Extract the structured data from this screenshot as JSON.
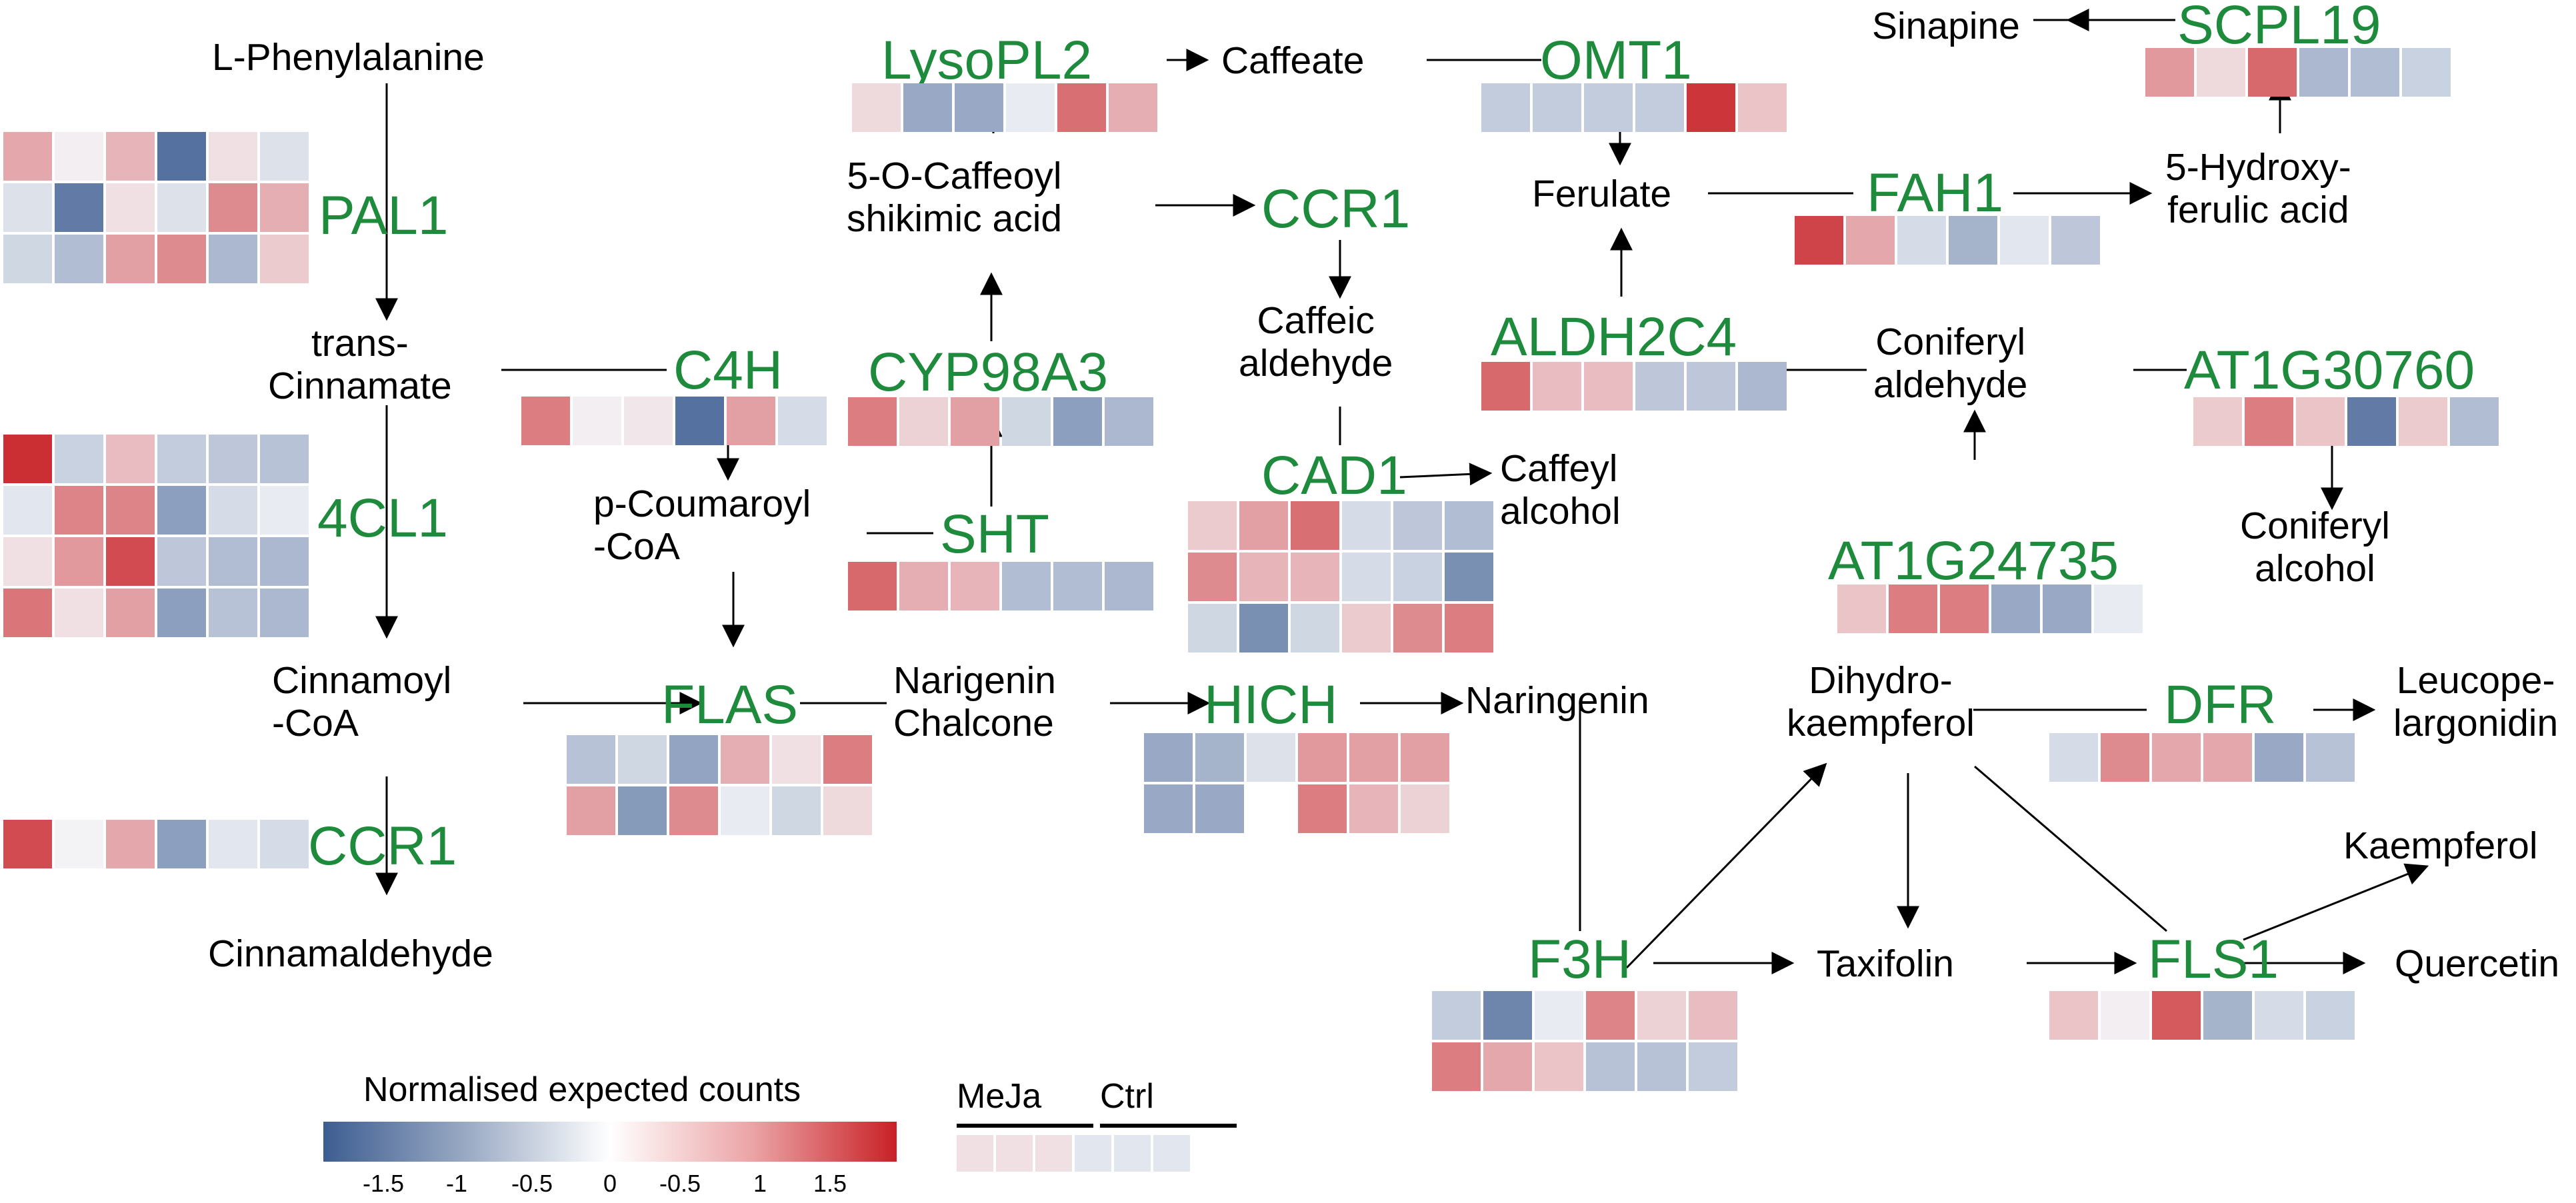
{
  "palette": {
    "gene_label": "#1e8a3c",
    "blue_strong": "#3d5d91",
    "red_strong": "#c82126",
    "neutral": "#f4f5f8"
  },
  "metabolites": {
    "l_phenylalanine": "L-Phenylalanine",
    "trans_cinnamate": [
      "trans-",
      "Cinnamate"
    ],
    "cinnamoyl_coa": [
      "Cinnamoyl",
      "-CoA"
    ],
    "cinnamaldehyde": "Cinnamaldehyde",
    "p_coumaroyl_coa": [
      "p-Coumaroyl",
      "-CoA"
    ],
    "caffeoyl_shikimic": [
      "5-O-Caffeoyl",
      "shikimic acid"
    ],
    "caffeate": "Caffeate",
    "caffeic_aldehyde": [
      "Caffeic",
      "aldehyde"
    ],
    "caffeyl_alcohol": [
      "Caffeyl",
      "alcohol"
    ],
    "narigenin_chalcone": [
      "Narigenin",
      "Chalcone"
    ],
    "naringenin": "Naringenin",
    "ferulate": "Ferulate",
    "sinapine": "Sinapine",
    "hydroxyferulic": [
      "5-Hydroxy-",
      "ferulic acid"
    ],
    "coniferyl_aldehyde": [
      "Coniferyl",
      "aldehyde"
    ],
    "coniferyl_alcohol": [
      "Coniferyl",
      "alcohol"
    ],
    "dihydrokaempferol": [
      "Dihydro-",
      "kaempferol"
    ],
    "leucopelargonidin": [
      "Leucope-",
      "largonidin"
    ],
    "kaempferol": "Kaempferol",
    "taxifolin": "Taxifolin",
    "quercetin": "Quercetin"
  },
  "genes": {
    "PAL1": {
      "label": "PAL1",
      "rows": [
        [
          0.55,
          0.05,
          0.45,
          -1.3,
          0.15,
          -0.2
        ],
        [
          -0.2,
          -1.2,
          0.15,
          -0.2,
          0.75,
          0.5
        ],
        [
          -0.3,
          -0.55,
          0.6,
          0.75,
          -0.6,
          0.3
        ]
      ]
    },
    "C4H": {
      "label": "C4H",
      "rows": [
        [
          0.85,
          0.05,
          0.1,
          -1.3,
          0.6,
          -0.25
        ]
      ]
    },
    "4CL1": {
      "label": "4CL1",
      "rows": [
        [
          1.4,
          -0.35,
          0.4,
          -0.4,
          -0.45,
          -0.5
        ],
        [
          -0.15,
          0.8,
          0.8,
          -0.85,
          -0.25,
          -0.1
        ],
        [
          0.15,
          0.65,
          1.2,
          -0.45,
          -0.55,
          -0.6
        ],
        [
          0.9,
          0.15,
          0.6,
          -0.85,
          -0.5,
          -0.6
        ]
      ]
    },
    "CCR1_left": {
      "label": "CCR1",
      "rows": [
        [
          1.2,
          0.02,
          0.55,
          -0.85,
          -0.15,
          -0.25
        ]
      ]
    },
    "FLAS": {
      "label": "FLAS",
      "rows": [
        [
          -0.5,
          -0.3,
          -0.8,
          0.5,
          0.15,
          0.85
        ],
        [
          0.6,
          -0.9,
          0.75,
          -0.1,
          -0.3,
          0.2
        ]
      ]
    },
    "LysoPL2": {
      "label": "LysoPL2",
      "rows": [
        [
          0.2,
          -0.75,
          -0.75,
          -0.1,
          0.95,
          0.5
        ]
      ]
    },
    "CCR1_mid": {
      "label": "CCR1",
      "rows": []
    },
    "CYP98A3": {
      "label": "CYP98A3",
      "rows": [
        [
          0.85,
          0.25,
          0.6,
          -0.3,
          -0.85,
          -0.6
        ]
      ]
    },
    "SHT": {
      "label": "SHT",
      "rows": [
        [
          1.0,
          0.5,
          0.45,
          -0.55,
          -0.55,
          -0.6
        ]
      ]
    },
    "CAD1": {
      "label": "CAD1",
      "rows": [
        [
          0.3,
          0.6,
          0.95,
          -0.25,
          -0.45,
          -0.55
        ],
        [
          0.75,
          0.45,
          0.45,
          -0.25,
          -0.35,
          -1.0
        ],
        [
          -0.3,
          -1.0,
          -0.3,
          0.3,
          0.75,
          0.85
        ]
      ]
    },
    "HICH": {
      "label": "HICH",
      "rows": [
        [
          -0.75,
          -0.65,
          -0.2,
          0.65,
          0.6,
          0.6
        ],
        [
          -0.75,
          -0.75,
          null,
          0.85,
          0.45,
          0.25
        ]
      ]
    },
    "OMT1": {
      "label": "OMT1",
      "rows": [
        [
          -0.4,
          -0.4,
          -0.4,
          -0.4,
          1.35,
          0.35
        ]
      ]
    },
    "FAH1": {
      "label": "FAH1",
      "rows": [
        [
          1.25,
          0.55,
          -0.25,
          -0.65,
          -0.15,
          -0.45
        ]
      ]
    },
    "SCPL19": {
      "label": "SCPL19",
      "rows": [
        [
          0.65,
          0.2,
          1.0,
          -0.6,
          -0.55,
          -0.35
        ]
      ]
    },
    "ALDH2C4": {
      "label": "ALDH2C4",
      "rows": [
        [
          1.0,
          0.4,
          0.4,
          -0.45,
          -0.45,
          -0.6
        ]
      ]
    },
    "AT1G30760": {
      "label": "AT1G30760",
      "rows": [
        [
          0.3,
          0.85,
          0.35,
          -1.2,
          0.3,
          -0.55
        ]
      ]
    },
    "AT1G24735": {
      "label": "AT1G24735",
      "rows": [
        [
          0.35,
          0.85,
          0.85,
          -0.75,
          -0.75,
          -0.1
        ]
      ]
    },
    "DFR": {
      "label": "DFR",
      "rows": [
        [
          -0.25,
          0.75,
          0.55,
          0.55,
          -0.75,
          -0.5
        ]
      ]
    },
    "F3H": {
      "label": "F3H",
      "rows": [
        [
          -0.4,
          -1.1,
          -0.1,
          0.8,
          0.25,
          0.4
        ],
        [
          0.85,
          0.55,
          0.35,
          -0.5,
          -0.5,
          -0.4
        ]
      ]
    },
    "FLS1": {
      "label": "FLS1",
      "rows": [
        [
          0.35,
          0.05,
          1.1,
          -0.65,
          -0.25,
          -0.35
        ]
      ]
    }
  },
  "legend": {
    "title": "Normalised expected counts",
    "ticks": [
      "-1.5",
      "-1",
      "-0.5",
      "0",
      "-0.5",
      "1",
      "1.5"
    ],
    "group_meja": "MeJa",
    "group_ctrl": "Ctrl",
    "sample_boxes": [
      0.15,
      0.15,
      0.15,
      -0.15,
      -0.15,
      -0.15
    ]
  }
}
